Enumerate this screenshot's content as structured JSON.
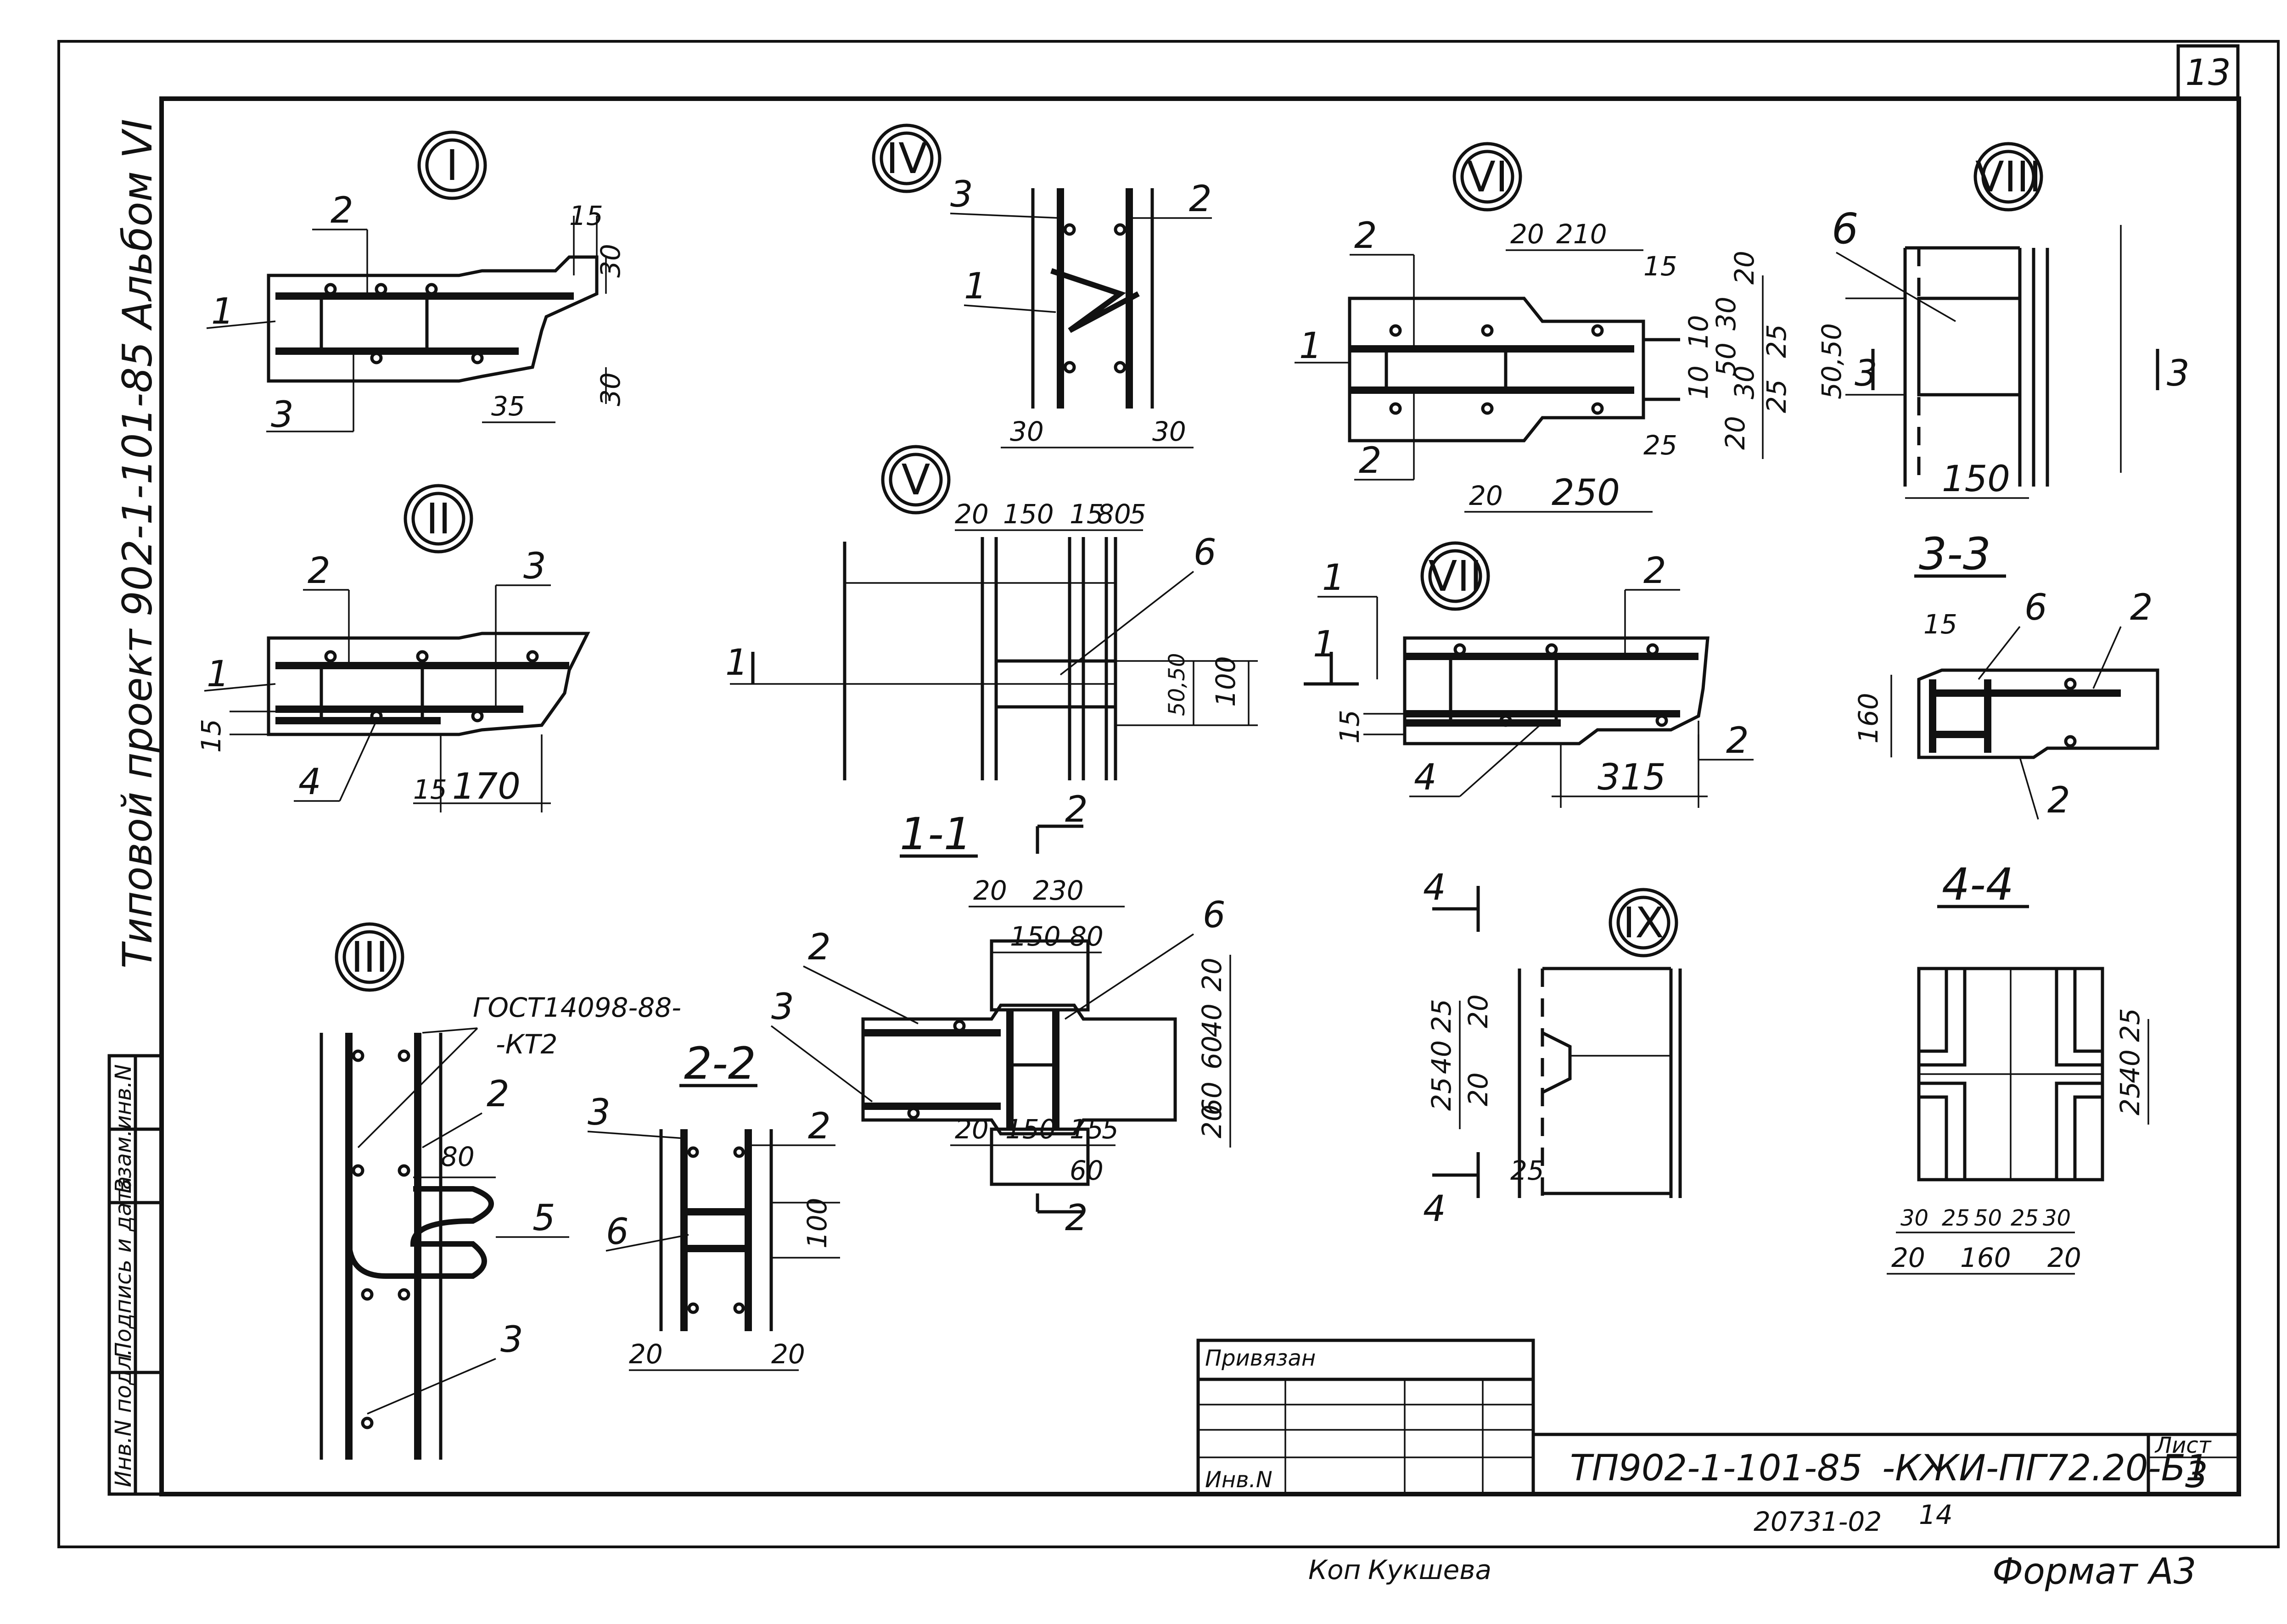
{
  "sheet_number": "13",
  "side_title": "Типовой проект 902-1-101-85 Альбом VI",
  "nodes": {
    "I": {
      "label": "I",
      "marks": [
        "2",
        "1",
        "3"
      ],
      "dims": [
        "15",
        "30",
        "30",
        "35"
      ]
    },
    "II": {
      "label": "II",
      "marks": [
        "2",
        "3",
        "1",
        "4"
      ],
      "dims": [
        "15",
        "15",
        "170"
      ]
    },
    "III": {
      "label": "III",
      "marks": [
        "2",
        "5",
        "3"
      ],
      "note_line1": "ГОСТ14098-88-",
      "note_line2": "-КТ2",
      "dims": [
        "80"
      ]
    },
    "IV": {
      "label": "IV",
      "marks": [
        "3",
        "2",
        "1"
      ],
      "dims": [
        "30",
        "30"
      ]
    },
    "V": {
      "label": "V",
      "marks": [
        "6"
      ],
      "cut_mark": "1",
      "dims": [
        "20",
        "150",
        "15",
        "80",
        "5",
        "50,50",
        "100"
      ]
    },
    "VI": {
      "label": "VI",
      "marks": [
        "2",
        "1",
        "2"
      ],
      "dims": [
        "20",
        "210",
        "15",
        "20",
        "30",
        "10",
        "50",
        "10",
        "30",
        "20",
        "25",
        "25",
        "25",
        "20",
        "250"
      ]
    },
    "VII": {
      "label": "VII",
      "marks": [
        "1",
        "2",
        "4",
        "2"
      ],
      "cut_mark": "1",
      "dims": [
        "15",
        "315"
      ]
    },
    "VIII": {
      "label": "VIII",
      "marks": [
        "6"
      ],
      "cut_mark": "3",
      "dims": [
        "50,50",
        "150"
      ]
    },
    "IX": {
      "label": "IX",
      "cut_mark": "4",
      "dims": [
        "25",
        "40",
        "25",
        "20",
        "20",
        "25"
      ]
    }
  },
  "sections": {
    "s11": {
      "title": "1-1",
      "marks": [
        "2",
        "3",
        "6"
      ],
      "cut_mark": "2",
      "dims": [
        "20",
        "230",
        "150",
        "80",
        "20",
        "40",
        "60",
        "60",
        "20",
        "20",
        "150",
        "15",
        "5",
        "60"
      ]
    },
    "s22": {
      "title": "2-2",
      "marks": [
        "3",
        "2",
        "6"
      ],
      "dims": [
        "100",
        "20",
        "20"
      ]
    },
    "s33": {
      "title": "3-3",
      "marks": [
        "6",
        "2",
        "2"
      ],
      "dims": [
        "15",
        "160"
      ]
    },
    "s44": {
      "title": "4-4",
      "dims": [
        "25",
        "40",
        "25",
        "30",
        "25",
        "50",
        "25",
        "30",
        "20",
        "160",
        "20"
      ]
    }
  },
  "left_stamp": [
    "Инв.N подл.",
    "Подпись и дата",
    "Взам.инв.N"
  ],
  "title_block": {
    "attached_label": "Привязан",
    "inv_label": "Инв.N",
    "project_code": "ТП902-1-101-85",
    "doc_code": "-КЖИ-ПГ72.20-Б1",
    "sheet_label": "Лист",
    "sheet_value": "3"
  },
  "footer": {
    "order": "20731-02",
    "page": "14",
    "copied_label": "Коп",
    "copied_name": "Кукшева",
    "format": "Формат А3"
  }
}
